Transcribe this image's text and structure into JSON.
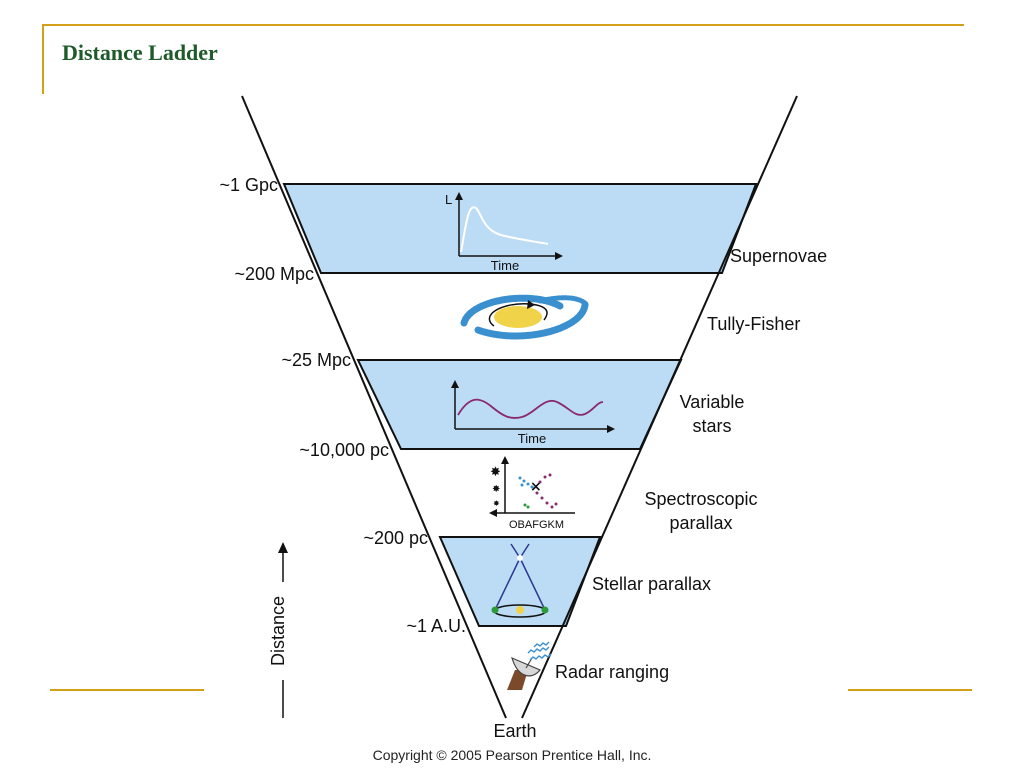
{
  "slide": {
    "title": "Distance Ladder",
    "copyright": "Copyright © 2005 Pearson Prentice Hall, Inc."
  },
  "distance_marks": [
    "~1 Gpc",
    "~200 Mpc",
    "~25 Mpc",
    "~10,000 pc",
    "~200 pc",
    "~1 A.U.",
    "Earth"
  ],
  "methods": {
    "supernovae": "Supernovae",
    "tully_fisher": "Tully-Fisher",
    "variable_line1": "Variable",
    "variable_line2": "stars",
    "spectro_line1": "Spectroscopic",
    "spectro_line2": "parallax",
    "stellar_parallax": "Stellar parallax",
    "radar": "Radar ranging"
  },
  "diagram_labels": {
    "luminosity_axis": "L",
    "time_axis": "Time",
    "spectral_axis": "OBAFGKM"
  },
  "axis_label": "Distance",
  "colors": {
    "band_fill": "#bcdcf6",
    "accent": "#d4a017",
    "title": "#1f5a2a",
    "variable_curve": "#8a2a6e",
    "galaxy": "#3a8fcf",
    "galaxy_core": "#f1d34a"
  }
}
